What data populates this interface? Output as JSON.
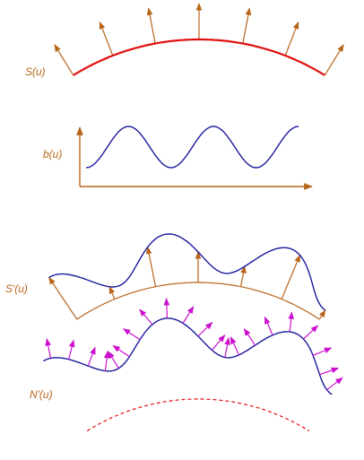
{
  "labels": {
    "s": "S(u)",
    "b": "b(u)",
    "s_prime": "S′(u)",
    "n_prime": "N′(u)"
  },
  "colors": {
    "curve_red": "#e01010",
    "arrow_brown": "#b8651a",
    "wave_blue": "#1a1a9c",
    "normal_magenta": "#cc10cc",
    "label_brown": "#b8651a"
  }
}
